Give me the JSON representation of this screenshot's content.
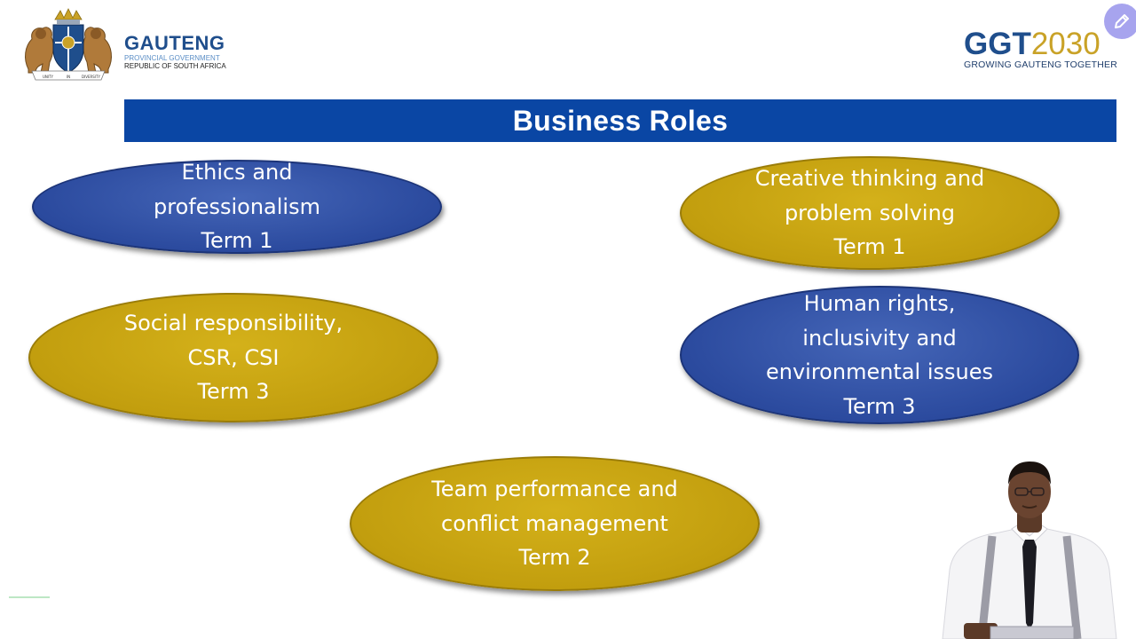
{
  "header": {
    "gauteng_logo": {
      "name": "GAUTENG",
      "subtitle_line1": "PROVINCIAL GOVERNMENT",
      "subtitle_line2": "REPUBLIC OF SOUTH AFRICA",
      "crest_motto_left": "UNITY",
      "crest_motto_mid": "IN",
      "crest_motto_right": "DIVERSITY"
    },
    "ggt_logo": {
      "brand_a": "GGT",
      "brand_b": "2030",
      "tagline": "GROWING GAUTENG TOGETHER"
    },
    "edit_button_icon": "pencil-icon"
  },
  "slide": {
    "title": "Business Roles",
    "roles": [
      {
        "id": "ethics",
        "lines": [
          "Ethics and",
          "professionalism",
          "Term 1"
        ],
        "color": "blue"
      },
      {
        "id": "creative",
        "lines": [
          "Creative thinking and",
          "problem solving",
          "Term 1"
        ],
        "color": "gold"
      },
      {
        "id": "social",
        "lines": [
          "Social responsibility,",
          "CSR, CSI",
          "Term 3"
        ],
        "color": "gold"
      },
      {
        "id": "human-rights",
        "lines": [
          "Human rights,",
          "inclusivity and",
          "environmental issues",
          "Term 3"
        ],
        "color": "blue"
      },
      {
        "id": "team",
        "lines": [
          "Team performance and",
          "conflict management",
          "Term 2"
        ],
        "color": "gold"
      }
    ]
  },
  "colors": {
    "title_bar": "#0a46a4",
    "ellipse_blue": "#2b4a9e",
    "ellipse_gold": "#c29e0e",
    "gauteng_blue": "#1f4e8c",
    "ggt_gold": "#c9a227"
  }
}
